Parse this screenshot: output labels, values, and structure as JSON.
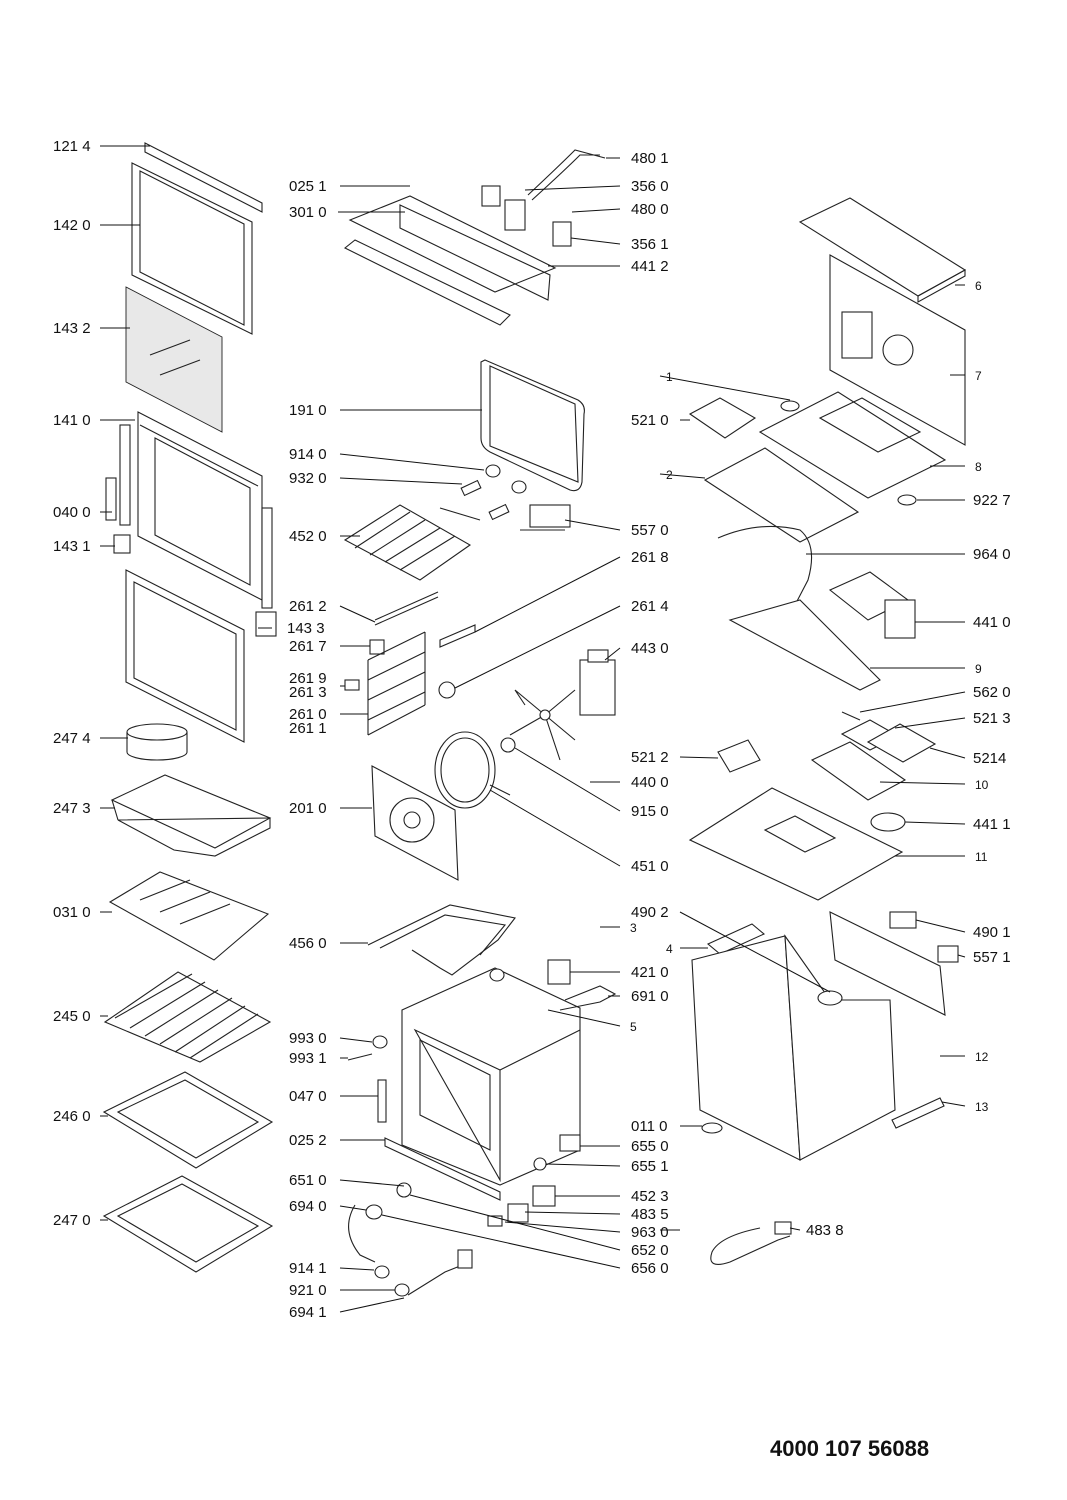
{
  "document_number": "4000 107 56088",
  "labels": {
    "l1214": "121 4",
    "l1420": "142 0",
    "l1432": "143 2",
    "l1410": "141 0",
    "l0400": "040 0",
    "l1431": "143 1",
    "l2474": "247 4",
    "l2473": "247 3",
    "l0310": "031 0",
    "l2450": "245 0",
    "l2460": "246 0",
    "l2470": "247 0",
    "l0251": "025 1",
    "l3010": "301 0",
    "l1910": "191 0",
    "l9140": "914 0",
    "l9320": "932 0",
    "l4520": "452 0",
    "l2612": "261 2",
    "l2617": "261 7",
    "l2619": "261 9",
    "l2613": "261 3",
    "l2610": "261 0",
    "l2611": "261 1",
    "l1433": "143 3",
    "l2010": "201 0",
    "l4560": "456 0",
    "l9930": "993 0",
    "l9931": "993 1",
    "l0470": "047 0",
    "l0252": "025 2",
    "l6510": "651 0",
    "l6940": "694 0",
    "l9141": "914 1",
    "l9210": "921 0",
    "l6941": "694 1",
    "l4801": "480 1",
    "l3560": "356 0",
    "l4800": "480 0",
    "l3561": "356 1",
    "l4412": "441 2",
    "l5570": "557 0",
    "l2618": "261 8",
    "l2614": "261 4",
    "l4430": "443 0",
    "l4400": "440 0",
    "l9150": "915 0",
    "l4510": "451 0",
    "l3": "3",
    "l4210": "421 0",
    "l6910": "691 0",
    "l5": "5",
    "l0110": "011 0",
    "l6550": "655 0",
    "l6551": "655 1",
    "l4523": "452 3",
    "l4835": "483 5",
    "l9630": "963 0",
    "l6520": "652 0",
    "l6560": "656 0",
    "l6": "6",
    "l7": "7",
    "l1": "1",
    "l5210": "521 0",
    "l2": "2",
    "l8": "8",
    "l9227": "922 7",
    "l9640": "964 0",
    "l4410": "441 0",
    "l9": "9",
    "l5620": "562 0",
    "l5213": "521 3",
    "l5212": "521 2",
    "l5214": "5214",
    "l10": "10",
    "l4411": "441 1",
    "l11": "11",
    "l4902": "490 2",
    "l4": "4",
    "l4901": "490 1",
    "l5571": "557 1",
    "l12": "12",
    "l13": "13",
    "l4838": "483 8"
  }
}
